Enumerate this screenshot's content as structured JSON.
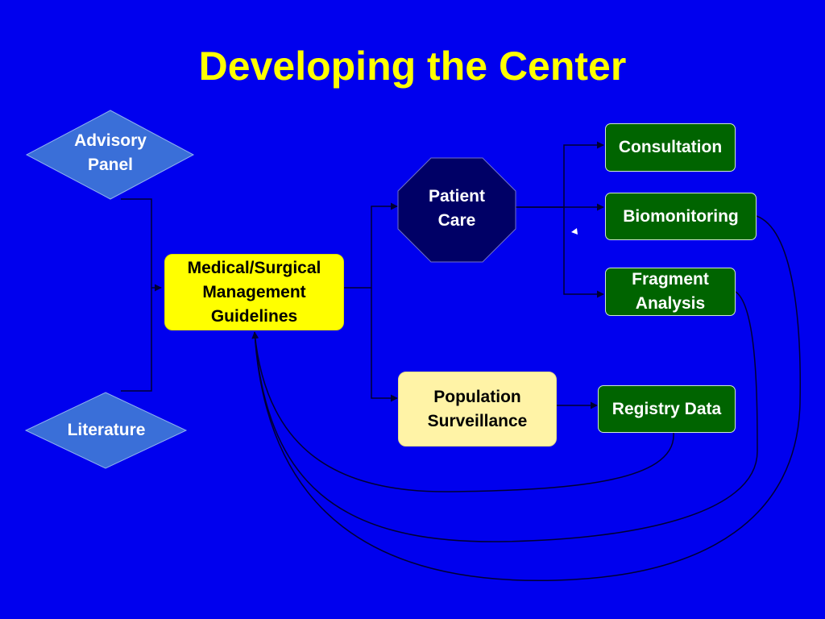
{
  "slide": {
    "title": "Developing the Center"
  },
  "nodes": {
    "advisory_panel": "Advisory\nPanel",
    "literature": "Literature",
    "guidelines": "Medical/Surgical\nManagement\nGuidelines",
    "patient_care": "Patient\nCare",
    "population_surveillance": "Population\nSurveillance",
    "consultation": "Consultation",
    "biomonitoring": "Biomonitoring",
    "fragment_analysis": "Fragment\nAnalysis",
    "registry_data": "Registry Data"
  },
  "colors": {
    "background": "#0000ee",
    "title": "#ffff00",
    "diamond_fill": "#3a6fd8",
    "octagon_fill": "#000066",
    "green_box": "#006400",
    "guidelines_box": "#ffff00",
    "surveillance_box": "#fff3a6",
    "connector": "#000033"
  }
}
